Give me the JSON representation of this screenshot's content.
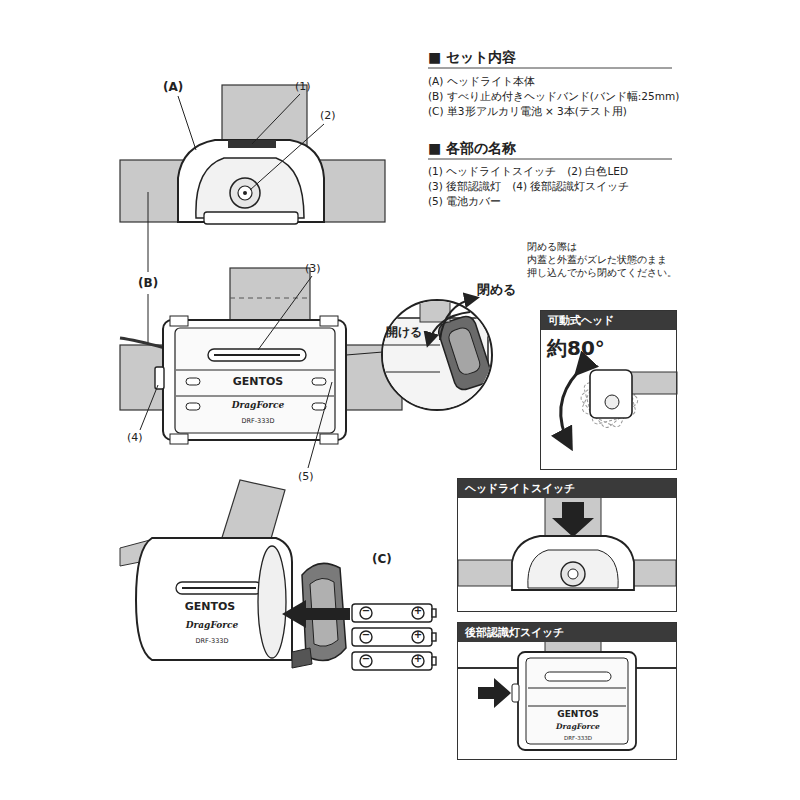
{
  "diagram": {
    "nodes": [
      {
        "text": [
          "可動式ヘッド",
          "約80°"
        ]
      },
      {
        "text": [
          "ヘッドライトスイッチ"
        ]
      },
      {
        "text": [
          "後部認識灯スイッチ"
        ]
      }
    ],
    "labels": [
      "■ セット内容",
      "(A) ヘッドライト本体",
      "(B) すべり止め付きヘッドバンド(バンド幅:25mm)",
      "(C) 単3形アルカリ電池 × 3本(テスト用)",
      "■ 各部の名称",
      "(1) ヘッドライトスイッチ　(2) 白色LED",
      "(3) 後部認識灯　(4) 後部認識灯スイッチ",
      "(5) 電池カバー",
      "(A)",
      "(1)",
      "(2)",
      "(B)",
      "(3)",
      "GENTOS",
      "DragForce",
      "DRF-333D",
      "(4)",
      "(5)",
      "閉める際は 内蓋と外蓋がズレた状態のまま 押し込んでから閉めてください。",
      "閉める",
      "開ける",
      "GENTOS",
      "DragForce",
      "DRF-333D",
      "(C)",
      "−",
      "+",
      "−",
      "+",
      "−",
      "+",
      "GENTOS",
      "DragForce",
      "DRF-333D"
    ]
  }
}
